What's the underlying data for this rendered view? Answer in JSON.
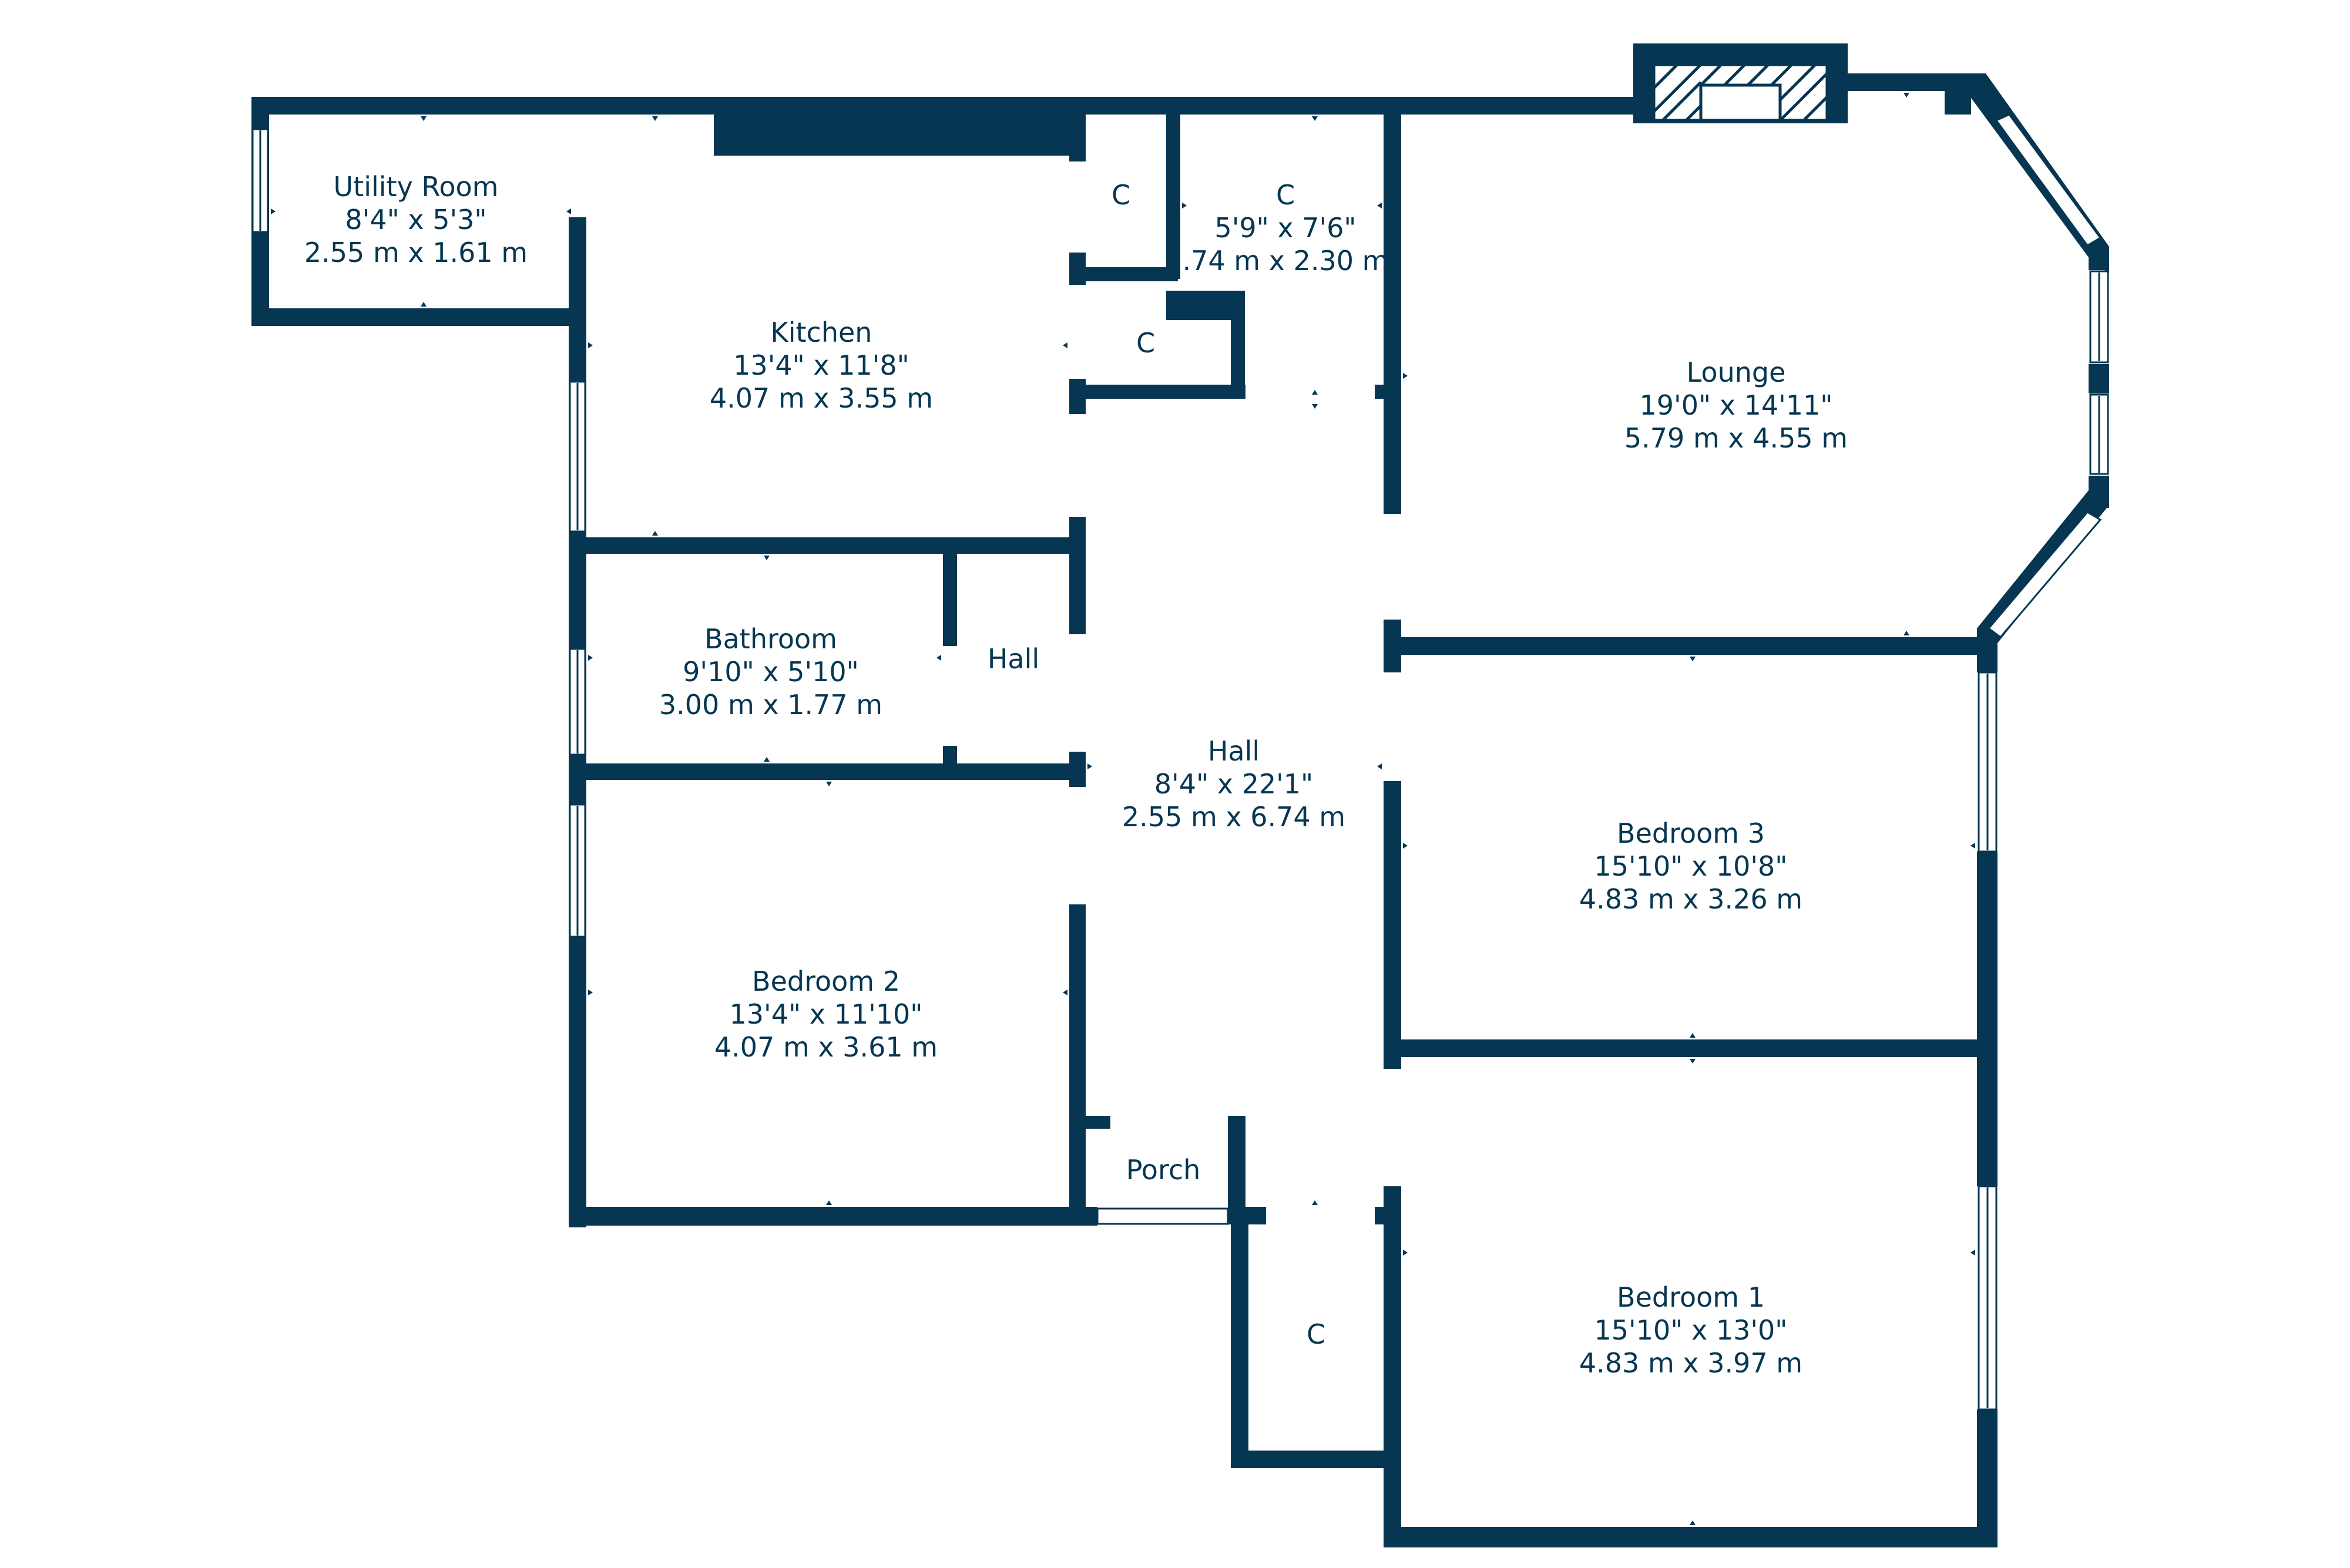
{
  "floorplan": {
    "colors": {
      "wall": "#063651",
      "background": "#ffffff"
    },
    "rooms": [
      {
        "id": "utility",
        "name": "Utility Room",
        "imperial": "8'4\" x 5'3\"",
        "metric": "2.55 m x 1.61 m"
      },
      {
        "id": "kitchen",
        "name": "Kitchen",
        "imperial": "13'4\" x 11'8\"",
        "metric": "4.07 m x 3.55 m"
      },
      {
        "id": "cupboard-1",
        "name": "C"
      },
      {
        "id": "cupboard-2",
        "name": "C",
        "imperial": "5'9\" x 7'6\"",
        "metric": ".74 m x 2.30 m"
      },
      {
        "id": "cupboard-3",
        "name": "C"
      },
      {
        "id": "lounge",
        "name": "Lounge",
        "imperial": "19'0\" x 14'11\"",
        "metric": "5.79 m x 4.55 m"
      },
      {
        "id": "bathroom",
        "name": "Bathroom",
        "imperial": "9'10\" x 5'10\"",
        "metric": "3.00 m x 1.77 m"
      },
      {
        "id": "inner-hall",
        "name": "Hall"
      },
      {
        "id": "hall",
        "name": "Hall",
        "imperial": "8'4\" x 22'1\"",
        "metric": "2.55 m x 6.74 m"
      },
      {
        "id": "bedroom-3",
        "name": "Bedroom 3",
        "imperial": "15'10\" x 10'8\"",
        "metric": "4.83 m x 3.26 m"
      },
      {
        "id": "bedroom-2",
        "name": "Bedroom 2",
        "imperial": "13'4\" x 11'10\"",
        "metric": "4.07 m x 3.61 m"
      },
      {
        "id": "porch",
        "name": "Porch"
      },
      {
        "id": "cupboard-4",
        "name": "C"
      },
      {
        "id": "bedroom-1",
        "name": "Bedroom 1",
        "imperial": "15'10\" x 13'0\"",
        "metric": "4.83 m x 3.97 m"
      }
    ]
  }
}
